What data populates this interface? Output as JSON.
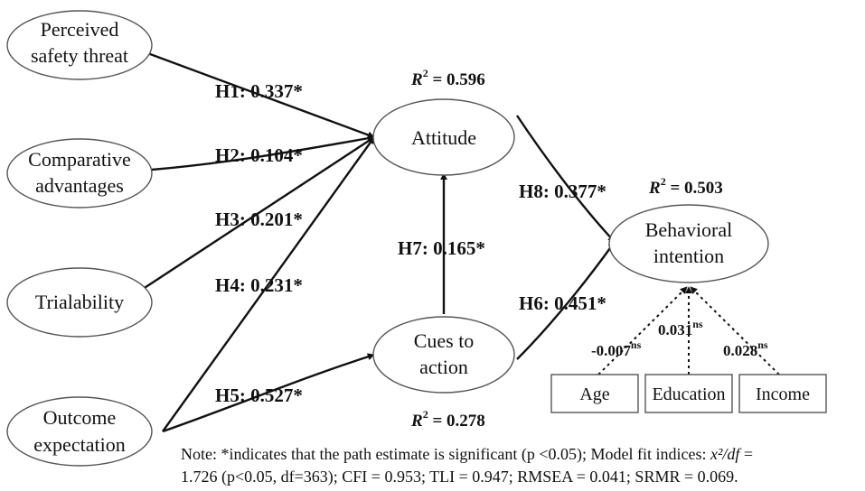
{
  "nodes": {
    "safety_threat": [
      "Perceived",
      "safety threat"
    ],
    "comparative": [
      "Comparative",
      "advantages"
    ],
    "trialability": [
      "Trialability"
    ],
    "outcome": [
      "Outcome",
      "expectation"
    ],
    "attitude": [
      "Attitude"
    ],
    "cues": [
      "Cues to",
      "action"
    ],
    "behavioral": [
      "Behavioral",
      "intention"
    ],
    "age": [
      "Age"
    ],
    "education": [
      "Education"
    ],
    "income": [
      "Income"
    ]
  },
  "paths": {
    "h1": "H1: 0.337*",
    "h2": "H2: 0.104*",
    "h3": "H3: 0.201*",
    "h4": "H4: 0.231*",
    "h5": "H5: 0.527*",
    "h6": "H6: 0.451*",
    "h7": "H7: 0.165*",
    "h8": "H8: 0.377*"
  },
  "r_squared": {
    "attitude": {
      "prefix": "R",
      "exp": "2",
      "value": " = 0.596"
    },
    "behavioral": {
      "prefix": "R",
      "exp": "2",
      "value": " = 0.503"
    },
    "cues": {
      "prefix": "R",
      "exp": "2",
      "value": " = 0.278"
    }
  },
  "controls": {
    "age": {
      "value": "-0.007",
      "sig": "ns"
    },
    "education": {
      "value": "0.031",
      "sig": "ns"
    },
    "income": {
      "value": "0.028",
      "sig": "ns"
    }
  },
  "note": {
    "line1_a": "Note: *indicates that the path estimate is significant (p <0.05); Model fit indices: ",
    "line1_b": "x²/df",
    "line1_c": " =",
    "line2": "1.726 (p<0.05, df=363); CFI = 0.953; TLI = 0.947; RMSEA = 0.041; SRMR = 0.069."
  }
}
